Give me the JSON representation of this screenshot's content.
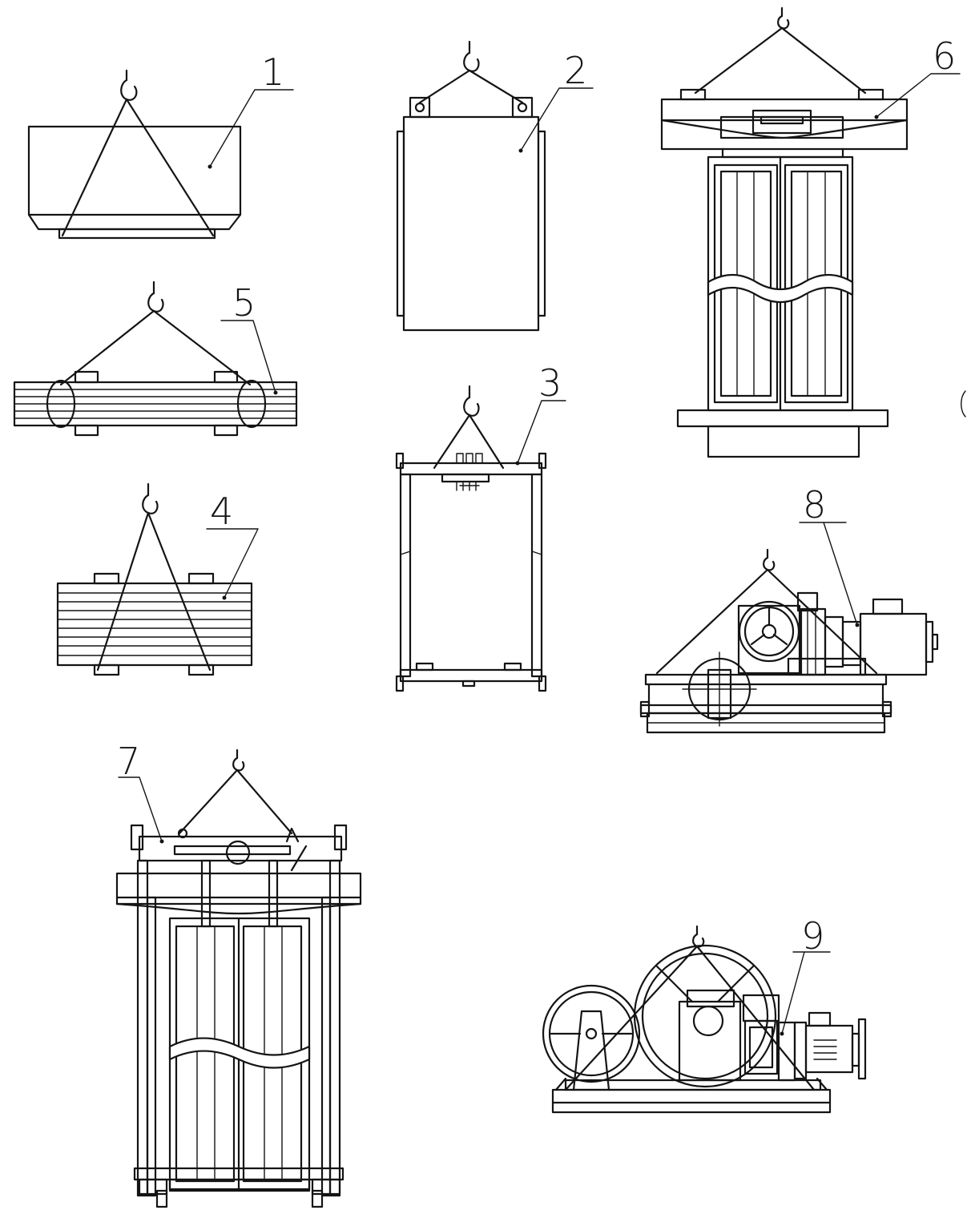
{
  "figure": {
    "callouts": [
      "1",
      "2",
      "3",
      "4",
      "5",
      "6",
      "7",
      "8",
      "9"
    ]
  },
  "style": {
    "line_color": "#141414",
    "background": "#ffffff"
  }
}
